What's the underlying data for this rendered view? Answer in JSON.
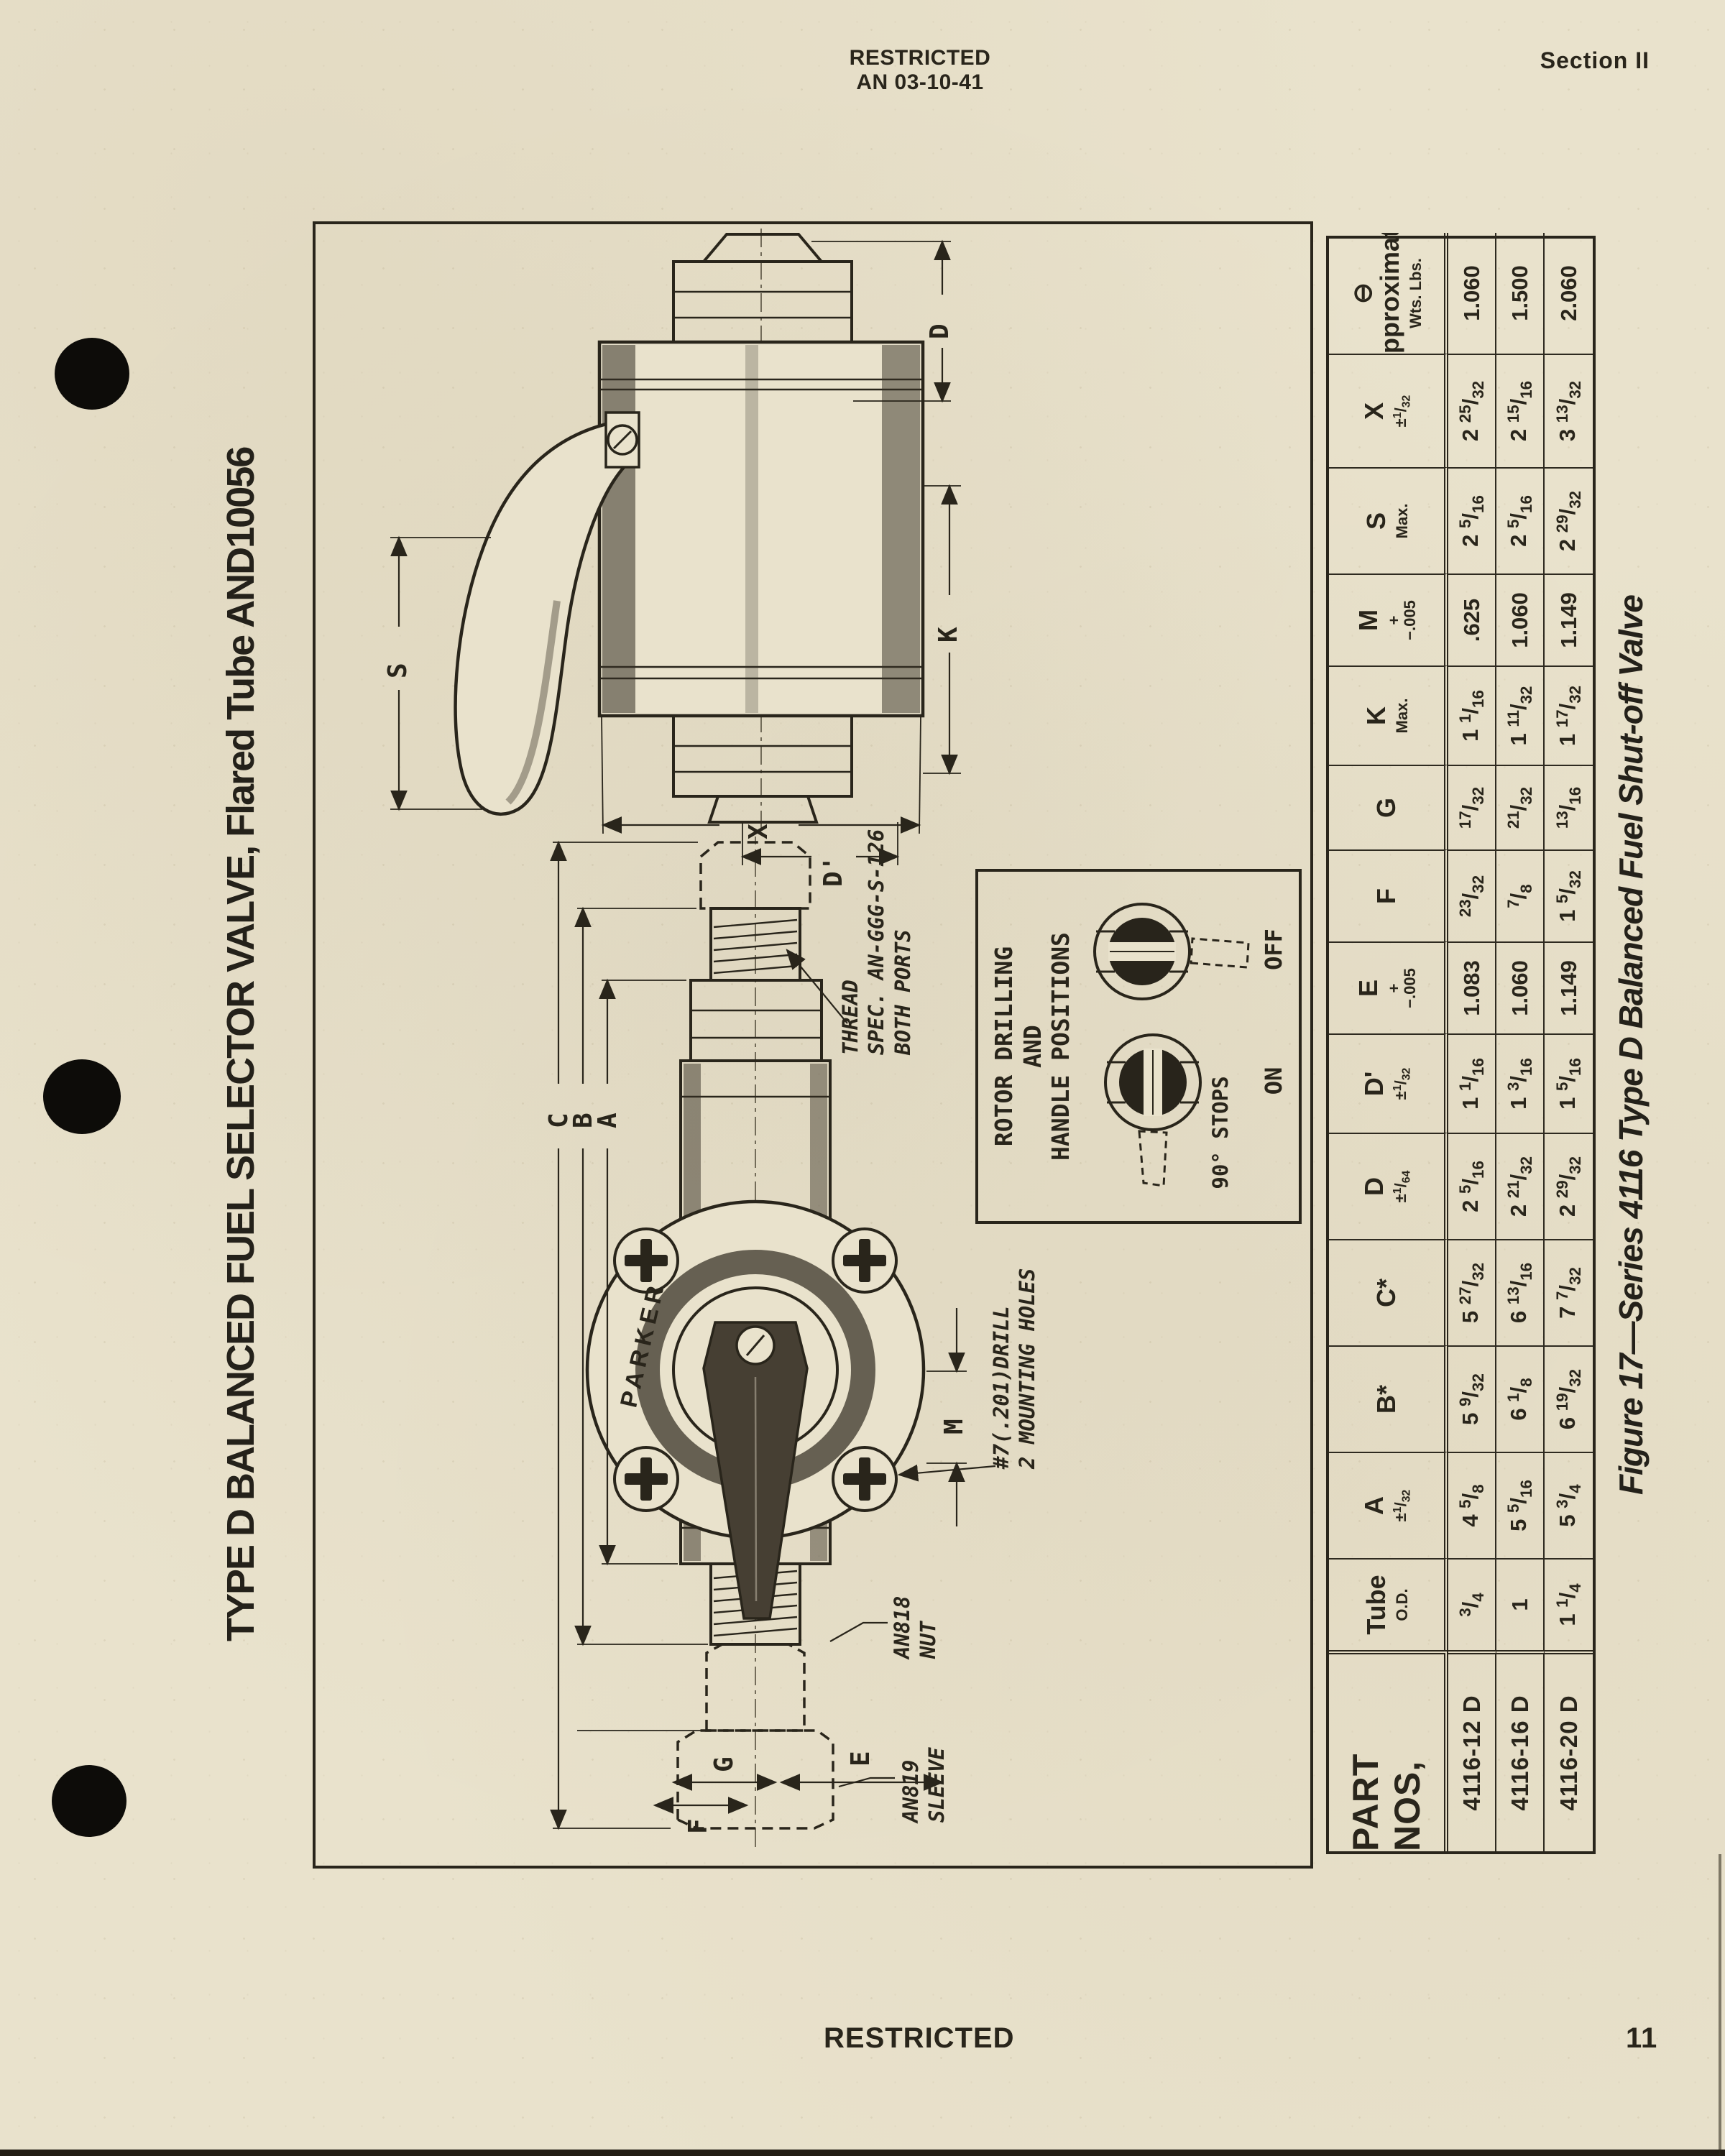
{
  "header": {
    "restricted": "RESTRICTED",
    "doc_number": "AN 03-10-41",
    "section": "Section II"
  },
  "footer": {
    "restricted": "RESTRICTED",
    "page_number": "11"
  },
  "title": "TYPE D BALANCED FUEL SELECTOR VALVE, Flared Tube AND10056",
  "figure": {
    "caption": "Figure 17—Series 4116 Type D Balanced Fuel Shut-off Valve",
    "labels": {
      "parker": "PARKER",
      "thread": "THREAD\nSPEC. AN-GGG-S-126\nBOTH PORTS",
      "drill": "#7(.201)DRILL\n2 MOUNTING HOLES",
      "an818": "AN818\nNUT",
      "an819": "AN819\nSLEEVE"
    },
    "dims": {
      "a": "A",
      "b": "B",
      "c": "C",
      "m": "M",
      "e": "E",
      "f": "F",
      "g": "G",
      "s": "S",
      "x": "X",
      "dprime": "D'",
      "k": "K",
      "d": "D"
    },
    "rotor_box": {
      "title": "ROTOR DRILLING\nAND\nHANDLE POSITIONS",
      "on": "ON",
      "off": "OFF",
      "stops": "90° STOPS"
    }
  },
  "table": {
    "part_header": "PART NOS,",
    "columns": [
      {
        "label": "Tube",
        "tol": "O.D."
      },
      {
        "label": "A",
        "tol": "±1/32"
      },
      {
        "label": "B*",
        "tol": ""
      },
      {
        "label": "C*",
        "tol": ""
      },
      {
        "label": "D",
        "tol": "±1/64"
      },
      {
        "label": "D'",
        "tol": "±1/32"
      },
      {
        "label": "E",
        "tol": "+\n−.005"
      },
      {
        "label": "F",
        "tol": ""
      },
      {
        "label": "G",
        "tol": ""
      },
      {
        "label": "K",
        "tol": "Max."
      },
      {
        "label": "M",
        "tol": "+\n−.005"
      },
      {
        "label": "S",
        "tol": "Max."
      },
      {
        "label": "X",
        "tol": "±1/32"
      },
      {
        "label": "⊖ Approximate",
        "tol": "Wts. Lbs."
      }
    ],
    "rows": [
      {
        "part": "4116-12 D",
        "values": [
          "3/4",
          "4 5/8",
          "5 9/32",
          "5 27/32",
          "2 5/16",
          "1 1/16",
          "1.083",
          "23/32",
          "17/32",
          "1 1/16",
          ".625",
          "2 5/16",
          "2 25/32",
          "1.060"
        ]
      },
      {
        "part": "4116-16 D",
        "values": [
          "1",
          "5 5/16",
          "6 1/8",
          "6 13/16",
          "2 21/32",
          "1 3/16",
          "1.060",
          "7/8",
          "21/32",
          "1 11/32",
          "1.060",
          "2 5/16",
          "2 15/16",
          "1.500"
        ]
      },
      {
        "part": "4116-20 D",
        "values": [
          "1 1/4",
          "5 3/4",
          "6 19/32",
          "7 7/32",
          "2 29/32",
          "1 5/16",
          "1.149",
          "1 5/32",
          "13/16",
          "1 17/32",
          "1.149",
          "2 29/32",
          "3 13/32",
          "2.060"
        ]
      }
    ]
  }
}
